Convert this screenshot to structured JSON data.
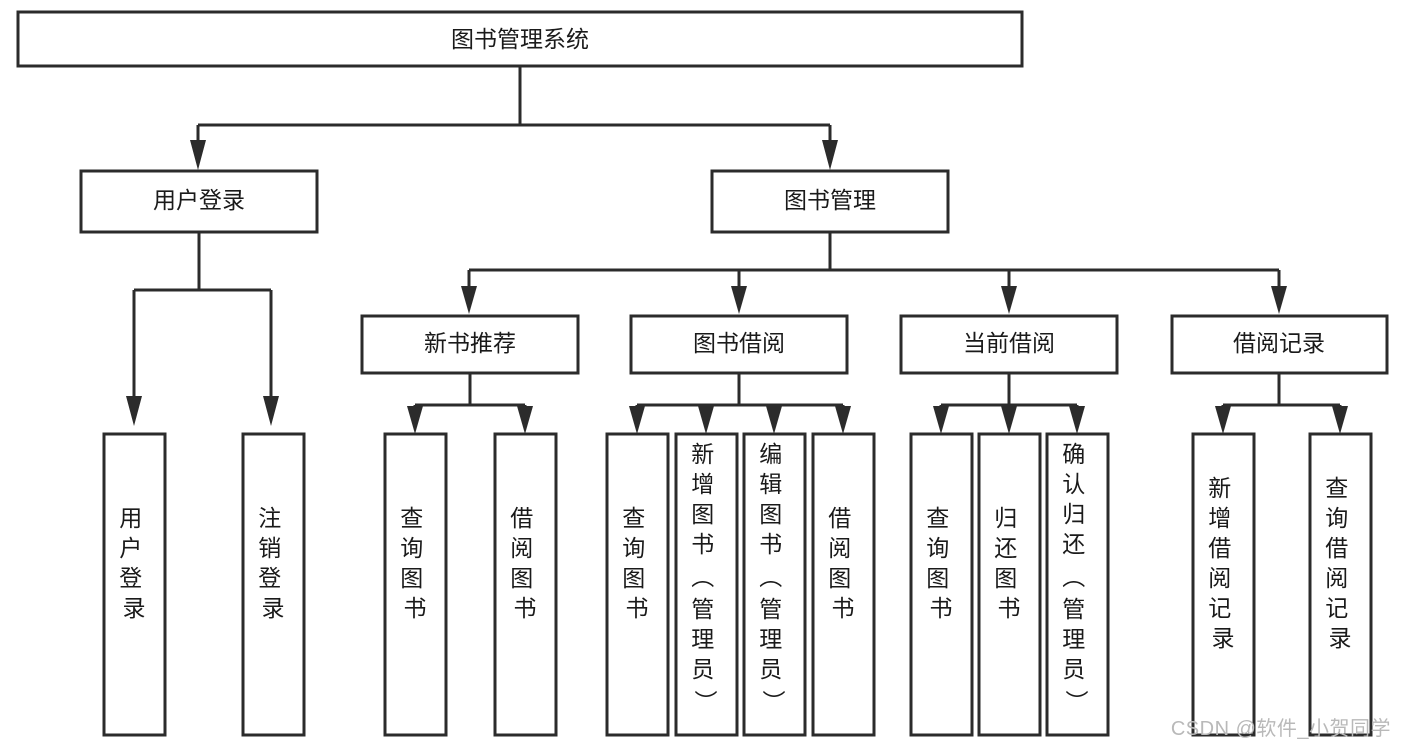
{
  "diagram": {
    "type": "tree",
    "title": "图书管理系统",
    "orientation": "top-down",
    "colors": {
      "box_stroke": "#2b2b2b",
      "box_fill": "#ffffff",
      "connector": "#2b2b2b",
      "text": "#1a1a1a",
      "watermark": "#b9b9b9",
      "background": "#ffffff"
    },
    "root": {
      "label": "图书管理系统"
    },
    "level2": [
      {
        "label": "用户登录"
      },
      {
        "label": "图书管理"
      }
    ],
    "level3": [
      {
        "label": "新书推荐"
      },
      {
        "label": "图书借阅"
      },
      {
        "label": "当前借阅"
      },
      {
        "label": "借阅记录"
      }
    ],
    "leaves_user_login": [
      {
        "label": "用户登录"
      },
      {
        "label": "注销登录"
      }
    ],
    "leaves_new_book": [
      {
        "label": "查询图书"
      },
      {
        "label": "借阅图书"
      }
    ],
    "leaves_borrow": [
      {
        "label": "查询图书"
      },
      {
        "label": "新增图书（管理员）"
      },
      {
        "label": "编辑图书（管理员）"
      },
      {
        "label": "借阅图书"
      }
    ],
    "leaves_current": [
      {
        "label": "查询图书"
      },
      {
        "label": "归还图书"
      },
      {
        "label": "确认归还（管理员）"
      }
    ],
    "leaves_records": [
      {
        "label": "新增借阅记录"
      },
      {
        "label": "查询借阅记录"
      }
    ]
  },
  "watermark": {
    "text": "CSDN @软件_小贺同学"
  }
}
